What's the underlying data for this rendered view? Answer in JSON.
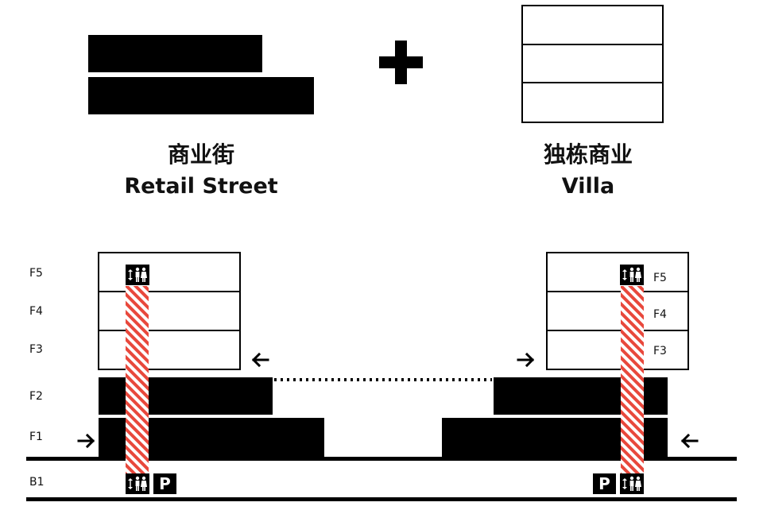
{
  "top": {
    "left_caption_cn": "商业街",
    "left_caption_en": "Retail Street",
    "plus_symbol": "+",
    "right_caption_cn": "独栋商业",
    "right_caption_en": "Villa"
  },
  "floors": {
    "left": [
      "F5",
      "F4",
      "F3",
      "F2",
      "F1",
      "B1"
    ],
    "right": [
      "F5",
      "F4",
      "F3"
    ]
  },
  "parking_label": "P",
  "icons": [
    "elevator-people-icon",
    "parking-icon",
    "arrow-left-icon",
    "arrow-right-icon"
  ],
  "colors": {
    "black": "#000000",
    "stripe": "#e8483c",
    "white": "#ffffff"
  }
}
